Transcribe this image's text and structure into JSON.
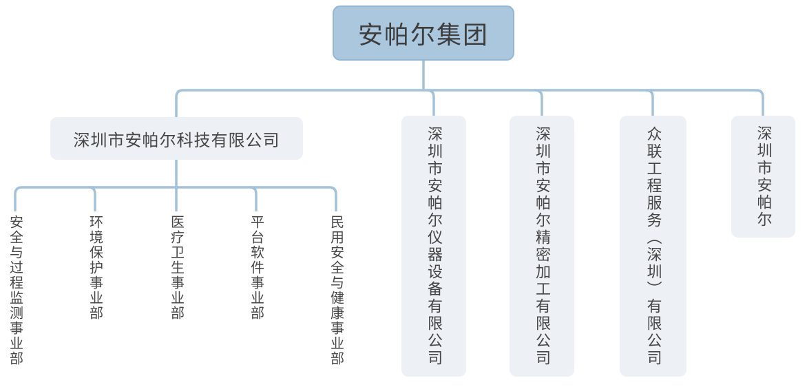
{
  "org": {
    "root": {
      "label": "安帕尔集团"
    },
    "subsidiaries": [
      {
        "label": "深圳市安帕尔科技有限公司",
        "departments": [
          {
            "label": "安全与过程监测事业部"
          },
          {
            "label": "环境保护事业部"
          },
          {
            "label": "医疗卫生事业部"
          },
          {
            "label": "平台软件事业部"
          },
          {
            "label": "民用安全与健康事业部"
          }
        ]
      },
      {
        "label": "深圳市安帕尔仪器设备有限公司"
      },
      {
        "label": "深圳市安帕尔精密加工有限公司"
      },
      {
        "label": "众联工程服务（深圳）有限公司"
      },
      {
        "label": "深圳市安帕尔"
      }
    ]
  },
  "colors": {
    "root_fill": "#aac7de",
    "root_border": "#93b6d2",
    "child_fill": "#edf1f5",
    "connector": "#a3c2da",
    "text": "#454545"
  }
}
